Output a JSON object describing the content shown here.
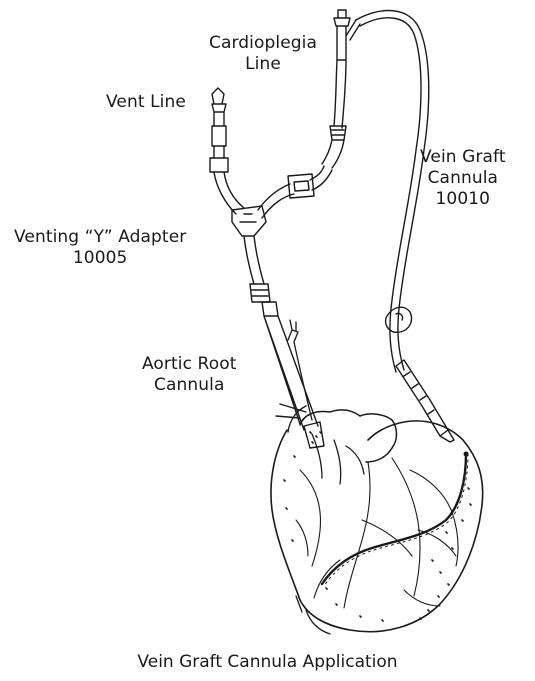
{
  "labels": {
    "cardioplegia_line": [
      "Cardioplegia",
      "Line"
    ],
    "vent_line": "Vent Line",
    "vein_graft_cannula": [
      "Vein Graft",
      "Cannula",
      "10010"
    ],
    "venting_y_adapter": [
      "Venting “Y” Adapter",
      "10005"
    ],
    "aortic_root_cannula": [
      "Aortic Root",
      "Cannula"
    ]
  },
  "caption": "Vein Graft Cannula Application",
  "icons": [
    "heart-illustration",
    "tubing-illustration"
  ],
  "colors": {
    "ink": "#1a1a1a",
    "background": "#ffffff"
  }
}
